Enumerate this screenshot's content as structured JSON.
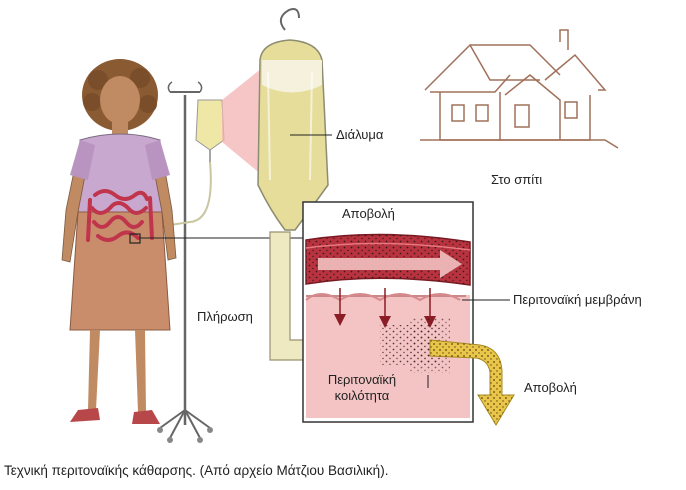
{
  "labels": {
    "solution": "Διάλυμα",
    "home": "Στο σπίτι",
    "drain_top": "Αποβολή",
    "filling": "Πλήρωση",
    "membrane": "Περιτοναϊκή μεμβράνη",
    "cavity_line1": "Περιτοναϊκή",
    "cavity_line2": "κοιλότητα",
    "drain_right": "Αποβολή"
  },
  "caption": "Τεχνική περιτοναϊκής κάθαρσης. (Από αρχείο Μάτζιου Βασιλική).",
  "icons": [
    "house-icon",
    "woman-figure",
    "iv-stand-icon",
    "solution-bag-icon",
    "blood-vessel",
    "flow-arrow-icon"
  ],
  "colors": {
    "solution": "#e6dd9a",
    "vessel": "#b8333f",
    "cavity": "#f3c4c3",
    "pink_cone": "#f3b3b3",
    "dress_top": "#c9a8cf",
    "skirt": "#c98d6c",
    "drain": "#e9c64a"
  }
}
